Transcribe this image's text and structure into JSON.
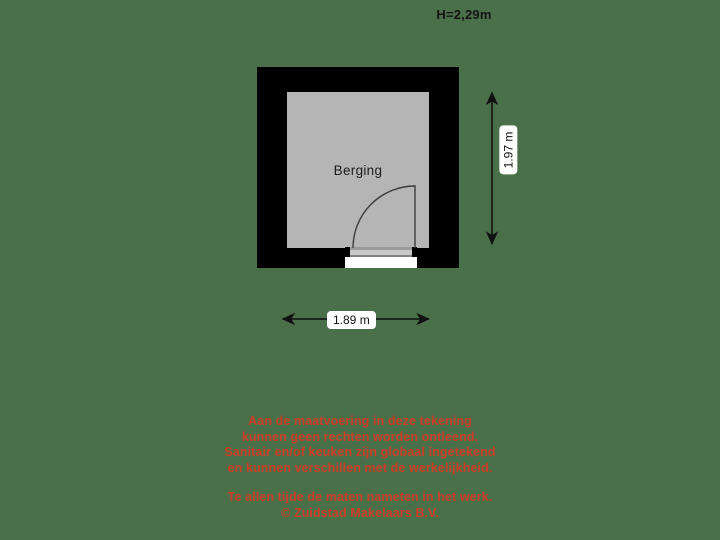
{
  "header": {
    "height_note": "H=2,29m"
  },
  "floorplan": {
    "room": {
      "label": "Berging"
    },
    "door": {
      "name": "door-swing-arc"
    },
    "colors": {
      "background": "#4a704a",
      "wall": "#000000",
      "floor": "#b5b5b5",
      "door_opening": "#ffffff",
      "text": "#141414",
      "disclaimer": "#cc3d28"
    }
  },
  "dimensions": {
    "vertical": {
      "label": "1.97 m",
      "value": 1.97,
      "unit": "m"
    },
    "horizontal": {
      "label": "1.89 m",
      "value": 1.89,
      "unit": "m"
    }
  },
  "disclaimer": {
    "lines_block1": [
      "Aan de maatvoering in deze tekening",
      "kunnen geen rechten worden ontleend.",
      "Sanitair en/of keuken zijn globaal ingetekend",
      "en kunnen verschillen met de werkelijkheid."
    ],
    "lines_block2": [
      "Te allen tijde de maten nameten in het werk.",
      "© Zuidstad Makelaars B.V."
    ]
  }
}
